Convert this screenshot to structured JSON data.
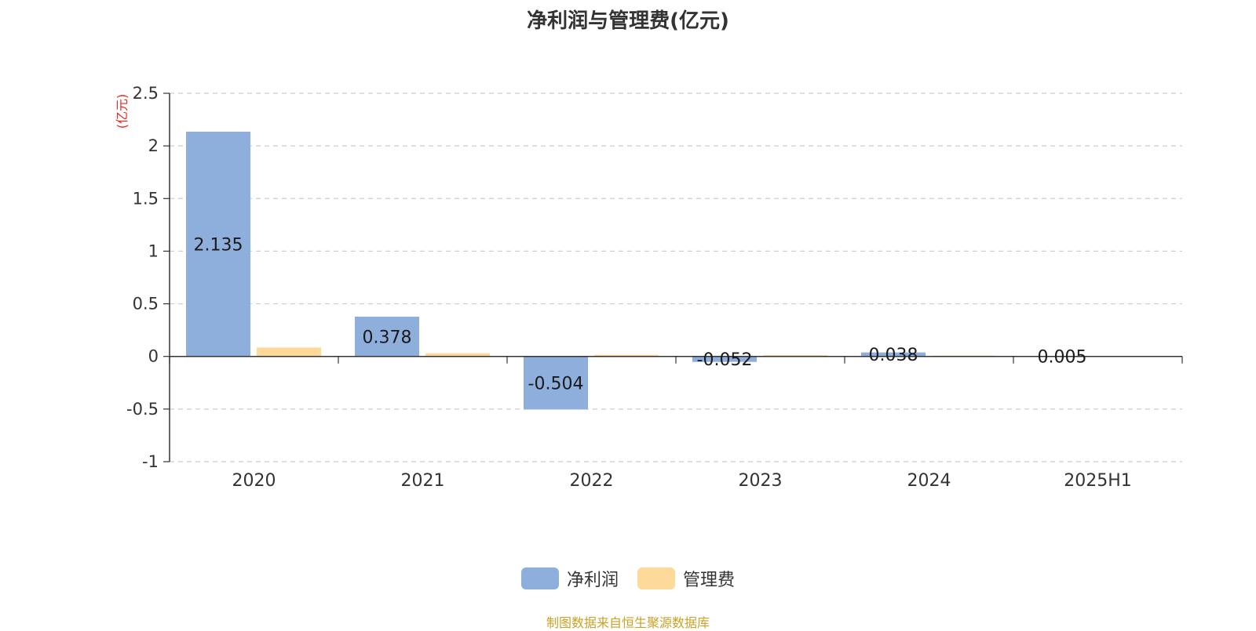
{
  "chart_data": {
    "type": "bar",
    "title": "净利润与管理费(亿元)",
    "ylabel": "(亿元)",
    "categories": [
      "2020",
      "2021",
      "2022",
      "2023",
      "2024",
      "2025H1"
    ],
    "series": [
      {
        "name": "净利润",
        "color": "#8eaedb",
        "values": [
          2.135,
          0.378,
          -0.504,
          -0.052,
          0.038,
          0.005
        ],
        "labels": [
          "2.135",
          "0.378",
          "-0.504",
          "-0.052",
          "0.038",
          "0.005"
        ]
      },
      {
        "name": "管理费",
        "color": "#fdd99a",
        "values": [
          0.085,
          0.03,
          0.015,
          0.012,
          0.008,
          0.004
        ]
      }
    ],
    "ylim": [
      -1,
      2.5
    ],
    "yticks": [
      -1,
      -0.5,
      0,
      0.5,
      1,
      1.5,
      2,
      2.5
    ],
    "ytick_labels": [
      "-1",
      "-0.5",
      "0",
      "0.5",
      "1",
      "1.5",
      "2",
      "2.5"
    ],
    "grid": true,
    "legend_position": "bottom"
  },
  "source_note": "制图数据来自恒生聚源数据库"
}
